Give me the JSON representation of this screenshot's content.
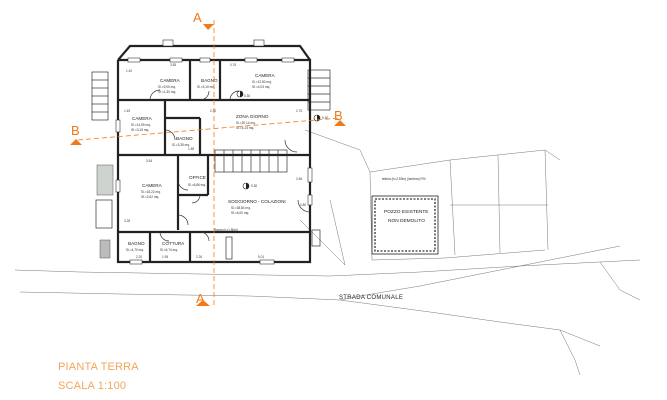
{
  "rooms": {
    "camera_nw": {
      "name": "CAMERA",
      "s": "Sl.=9,00 mq.",
      "h": "Sf.=1,30 mq."
    },
    "bagno_top": {
      "name": "BAGNO",
      "s": "Sl.=5,10 mq."
    },
    "camera_ne": {
      "name": "CAMERA",
      "s": "Sl.=12,50 mq.",
      "h": "Sf.=4,03 mq."
    },
    "camera_w": {
      "name": "CAMERA",
      "s": "Sl.=14,59 mq.",
      "h": "Sf.=3,15 mq."
    },
    "bagno_mid": {
      "name": "BAGNO",
      "s": "Sl.=3,35 mq."
    },
    "zona_giorno": {
      "name": "ZONA GIORNO",
      "s": "Sl.=20,14 mq.",
      "h": "Sf.=4,14 mq."
    },
    "camera_sw": {
      "name": "CAMERA",
      "s": "Sl.=16,22 mq.",
      "h": "Sf.=2,62 mq."
    },
    "office": {
      "name": "OFFICE",
      "s": "Sl.=6,86 mq."
    },
    "soggiorno": {
      "name": "SOGGIORNO - COLAZIONI",
      "s": "Sl.=38,84 mq.",
      "h": "Sf.=6,00 mq."
    },
    "bagno_low": {
      "name": "BAGNO",
      "s": "Sl.=4,70 mq."
    },
    "cottura": {
      "name": "COTTURA",
      "s": "Sl.=6,74 mq."
    }
  },
  "labels": {
    "section_a_top": "A",
    "section_a_bottom": "A",
    "section_b_left": "B",
    "section_b_right": "B",
    "road": "STRADA COMUNALE",
    "pozzo_1": "POZZO ESISTENTE",
    "pozzo_2": "NON DEMOLITO",
    "level_1": "0.30",
    "level_2": "0.30",
    "level_3": "0.30",
    "tetto": "tettoia (h=2.50m) (lamiera) R%",
    "ramp": "Ramp.(n=1,80m)"
  },
  "dims": {
    "d1": "1.40",
    "d2": "3.55",
    "d3": "0.76",
    "d4": "1.45",
    "d5": "2.30",
    "d6": "2.75",
    "d7": "3.54",
    "d8": "1.85",
    "d9": "3.28",
    "d10": "2.65",
    "d11": "2.20",
    "d12": "1.95",
    "d13": "2.26",
    "d14": "5.01",
    "d15": "0.80"
  },
  "title": {
    "line1": "PIANTA TERRA",
    "line2": "SCALA 1:100"
  }
}
